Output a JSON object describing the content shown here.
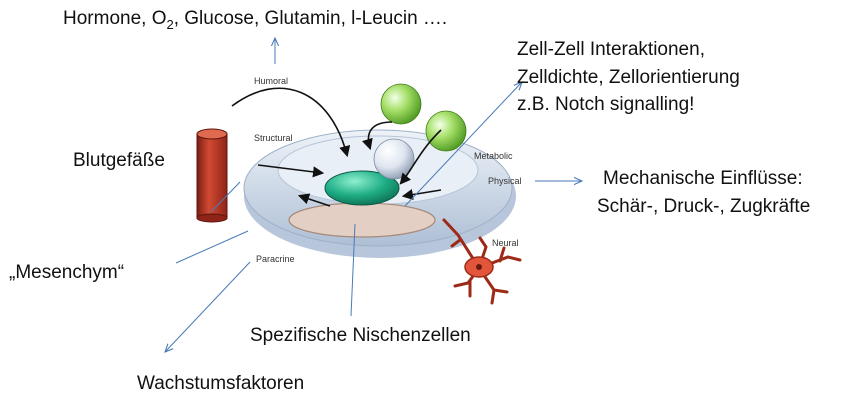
{
  "labels": {
    "top_prefix": "Hormone, O",
    "top_sub": "2",
    "top_suffix": ", Glucose, Glutamin, l-Leucin ….",
    "cell_interactions": [
      "Zell-Zell Interaktionen,",
      "Zelldichte, Zellorientierung",
      "z.B. Notch signalling!"
    ],
    "blood_vessels": "Blutgefäße",
    "mechanical": [
      "Mechanische Einflüsse:",
      "Schär-, Druck-, Zugkräfte"
    ],
    "mesenchyme": "„Mesenchym“",
    "niche_cells": "Spezifische Nischenzellen",
    "growth_factors": "Wachstumsfaktoren"
  },
  "diagram_labels": {
    "humoral": "Humoral",
    "structural": "Structural",
    "metabolic": "Metabolic",
    "physical": "Physical",
    "paracrine": "Paracrine",
    "neural": "Neural"
  },
  "colors": {
    "arrow_blue": "#4a7ab8",
    "vessel_red": "#c0392b",
    "dish_blue": "#c9d6e6",
    "green_sphere": "#8fd14f",
    "stem_cell_teal": "#1fae86",
    "niche_cell_beige": "#e4cfc4",
    "neuron_red": "#d9482c"
  }
}
